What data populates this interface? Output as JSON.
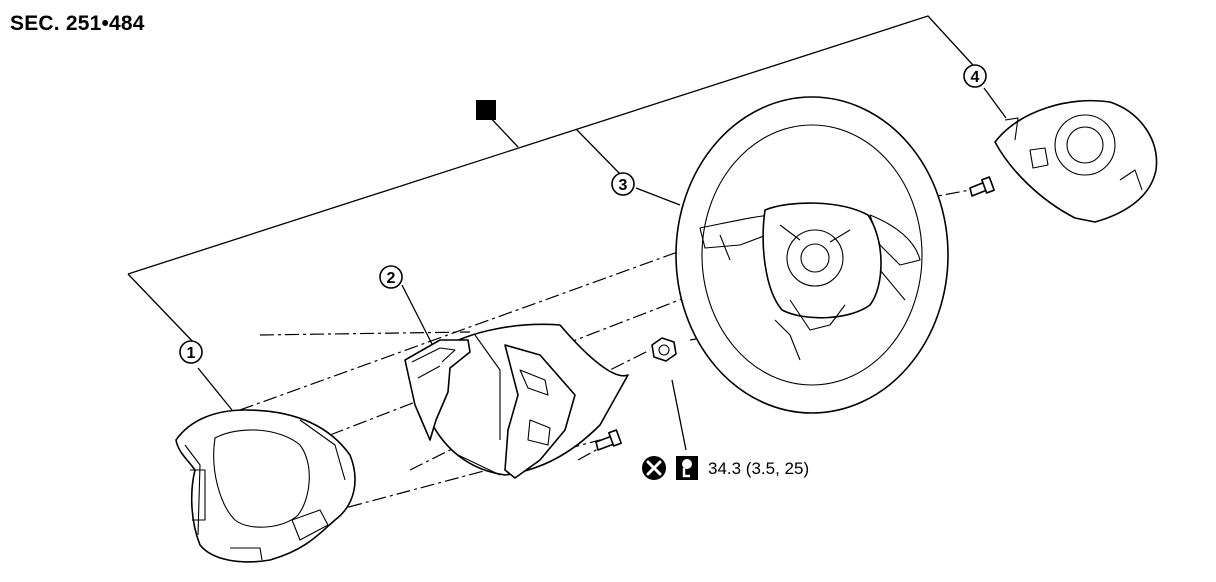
{
  "section_code": "SEC. 251•484",
  "callouts": [
    {
      "id": "1",
      "label": "1"
    },
    {
      "id": "2",
      "label": "2"
    },
    {
      "id": "3",
      "label": "3"
    },
    {
      "id": "4",
      "label": "4"
    }
  ],
  "torque_spec": "34.3 (3.5, 25)",
  "icons": {
    "never_reuse": "x-circle-icon",
    "torque_wrench": "torque-wrench-icon",
    "legend_square": "black-square-icon"
  },
  "colors": {
    "line": "#000000",
    "background": "#ffffff"
  }
}
